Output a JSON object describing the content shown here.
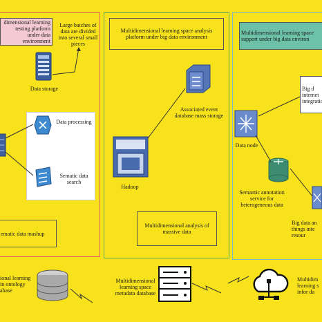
{
  "panels": {
    "left": {
      "title": "dimensional learning testing platform under data environment",
      "batches_note": "Large batches of data are divided into several small pieces",
      "storage_label": "Data storage",
      "processing_label": "Data processing",
      "semantic_search_label": "Sematic data search",
      "mashup_label": "ematic data mashup"
    },
    "middle": {
      "title": "Multidimensional learning space analysis platform under big data environment",
      "event_storage_label": "Associated event database mass storage",
      "hadoop_label": "Hadoop",
      "analysis_label": "Multidimensional analysis of massive data"
    },
    "right": {
      "title": "Multidimensional learning space support under big data environ",
      "integration_label": "Big d internet integratio",
      "data_node_label": "Data node",
      "annotation_label": "Semantic annotation service for heterogeneous data",
      "iot_label": "Big data an things inte resour"
    }
  },
  "bottom": {
    "ontology_label": "ional learning in ontology abase",
    "metadata_label": "Multidimensional learning space metadata database",
    "info_label": "Multidim learning s infor da"
  },
  "colors": {
    "background": "#f7e21c",
    "left_border": "#e06060",
    "middle_border": "#58a36a",
    "right_border": "#7fb8c4",
    "left_title_bg": "#f4c9d4",
    "middle_title_bg": "#f7e21c",
    "right_title_bg": "#6cc1a6",
    "node_blue": "#4a76b5"
  }
}
